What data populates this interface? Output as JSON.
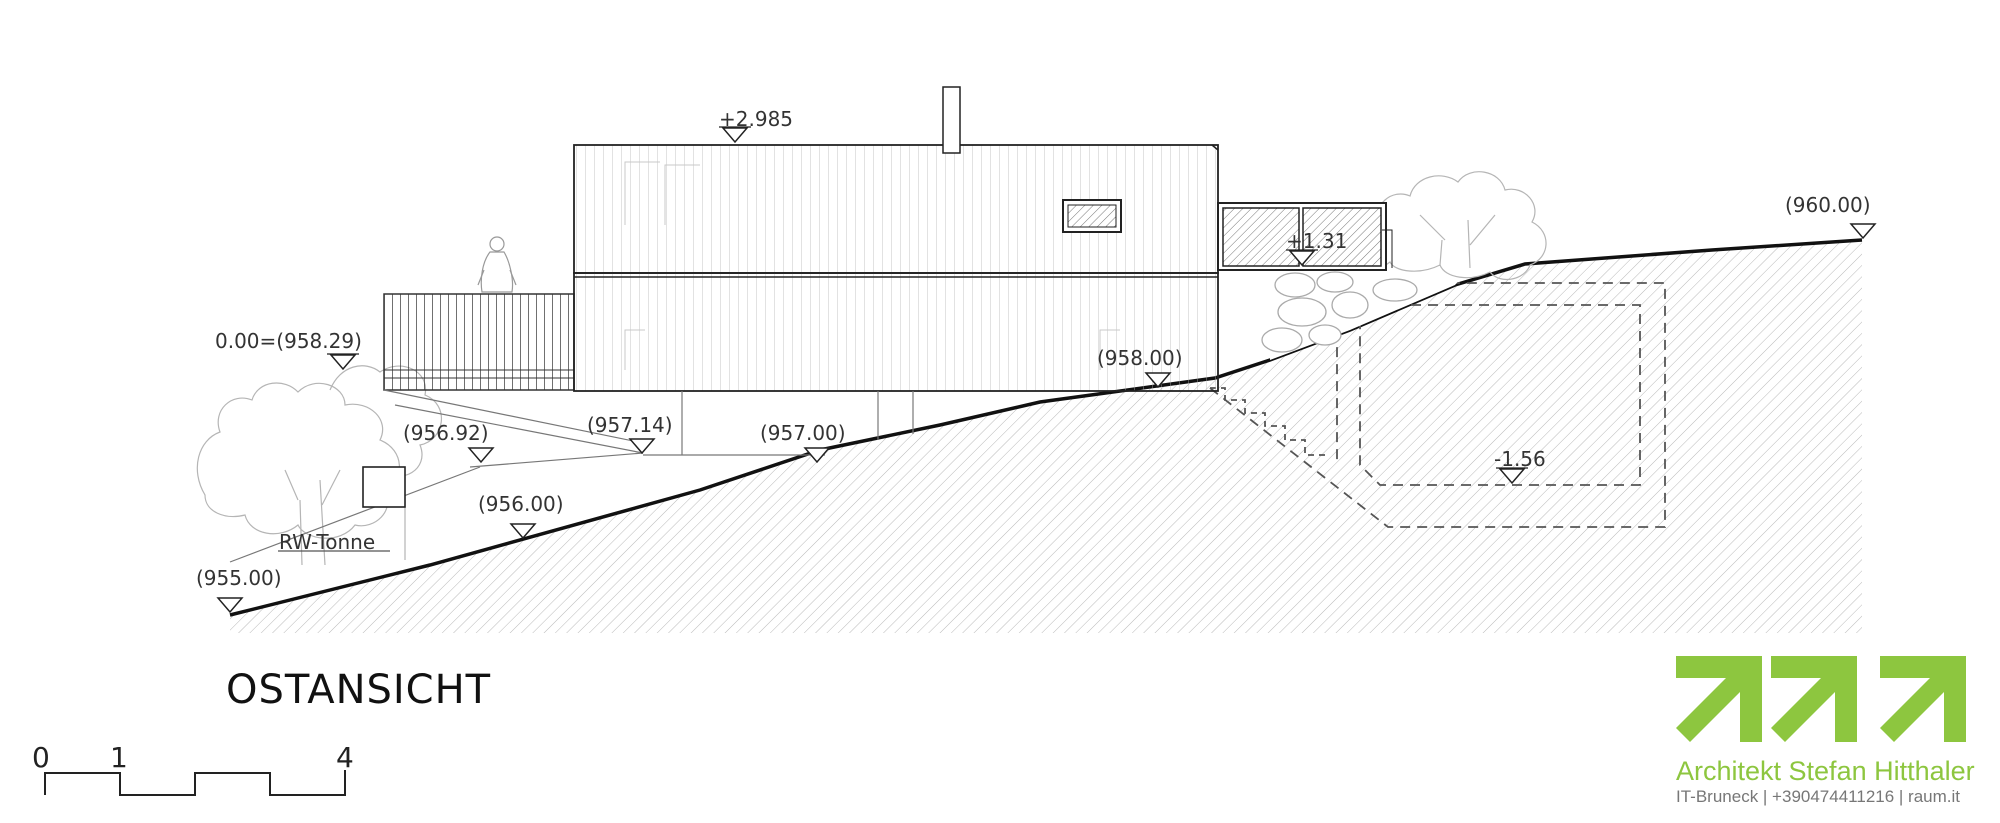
{
  "view_title": "OSTANSICHT",
  "levels": {
    "ridge": "+2.985",
    "reference": "0.00=(958.29)",
    "l95714": "(957.14)",
    "l95692": "(956.92)",
    "l95700": "(957.00)",
    "l95800": "(958.00)",
    "l95600": "(956.00)",
    "l95500": "(955.00)",
    "l96000": "(960.00)",
    "garage": "+1.31",
    "basement": "-1.56"
  },
  "rainwater_tank_label": "RW-Tonne",
  "scale_bar": {
    "label_start": "0",
    "label_mid": "1",
    "label_end": "4"
  },
  "firm": {
    "name": "Architekt Stefan Hitthaler",
    "contact": "IT-Bruneck | +390474411216 | raum.it"
  },
  "colors": {
    "logo_green": "#8dc63f",
    "line": "#222222",
    "light_line": "#9a9a9a"
  }
}
